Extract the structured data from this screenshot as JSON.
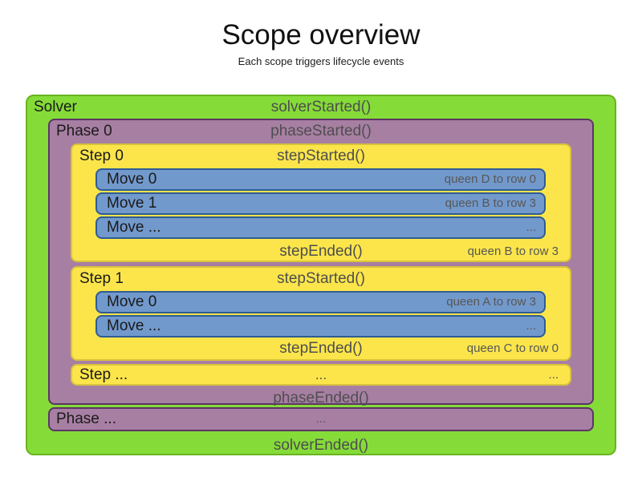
{
  "title": "Scope overview",
  "subtitle": "Each scope triggers lifecycle events",
  "colors": {
    "solver_fill": "#85db38",
    "solver_border": "#69b41f",
    "phase_fill": "#a77fa3",
    "phase_border": "#5c3566",
    "step_fill": "#fbe54b",
    "step_border": "#d9c33a",
    "move_fill": "#7299cc",
    "move_border": "#2f5c94",
    "label_text": "#1a1a1a",
    "event_text": "#4e4e4e",
    "detail_text": "#575757"
  },
  "solver": {
    "label": "Solver",
    "start_event": "solverStarted()",
    "end_event": "solverEnded()",
    "phases": [
      {
        "label": "Phase 0",
        "start_event": "phaseStarted()",
        "end_event": "phaseEnded()",
        "steps": [
          {
            "label": "Step 0",
            "start_event": "stepStarted()",
            "end_event": "stepEnded()",
            "end_detail": "queen B to row 3",
            "moves": [
              {
                "label": "Move 0",
                "detail": "queen D to row 0"
              },
              {
                "label": "Move 1",
                "detail": "queen B to row 3"
              },
              {
                "label": "Move ...",
                "detail": "..."
              }
            ]
          },
          {
            "label": "Step 1",
            "start_event": "stepStarted()",
            "end_event": "stepEnded()",
            "end_detail": "queen C to row 0",
            "moves": [
              {
                "label": "Move 0",
                "detail": "queen A to row 3"
              },
              {
                "label": "Move ...",
                "detail": "..."
              }
            ]
          },
          {
            "label": "Step ...",
            "center_text": "...",
            "right_text": "..."
          }
        ]
      },
      {
        "label": "Phase ...",
        "center_text": "..."
      }
    ]
  }
}
